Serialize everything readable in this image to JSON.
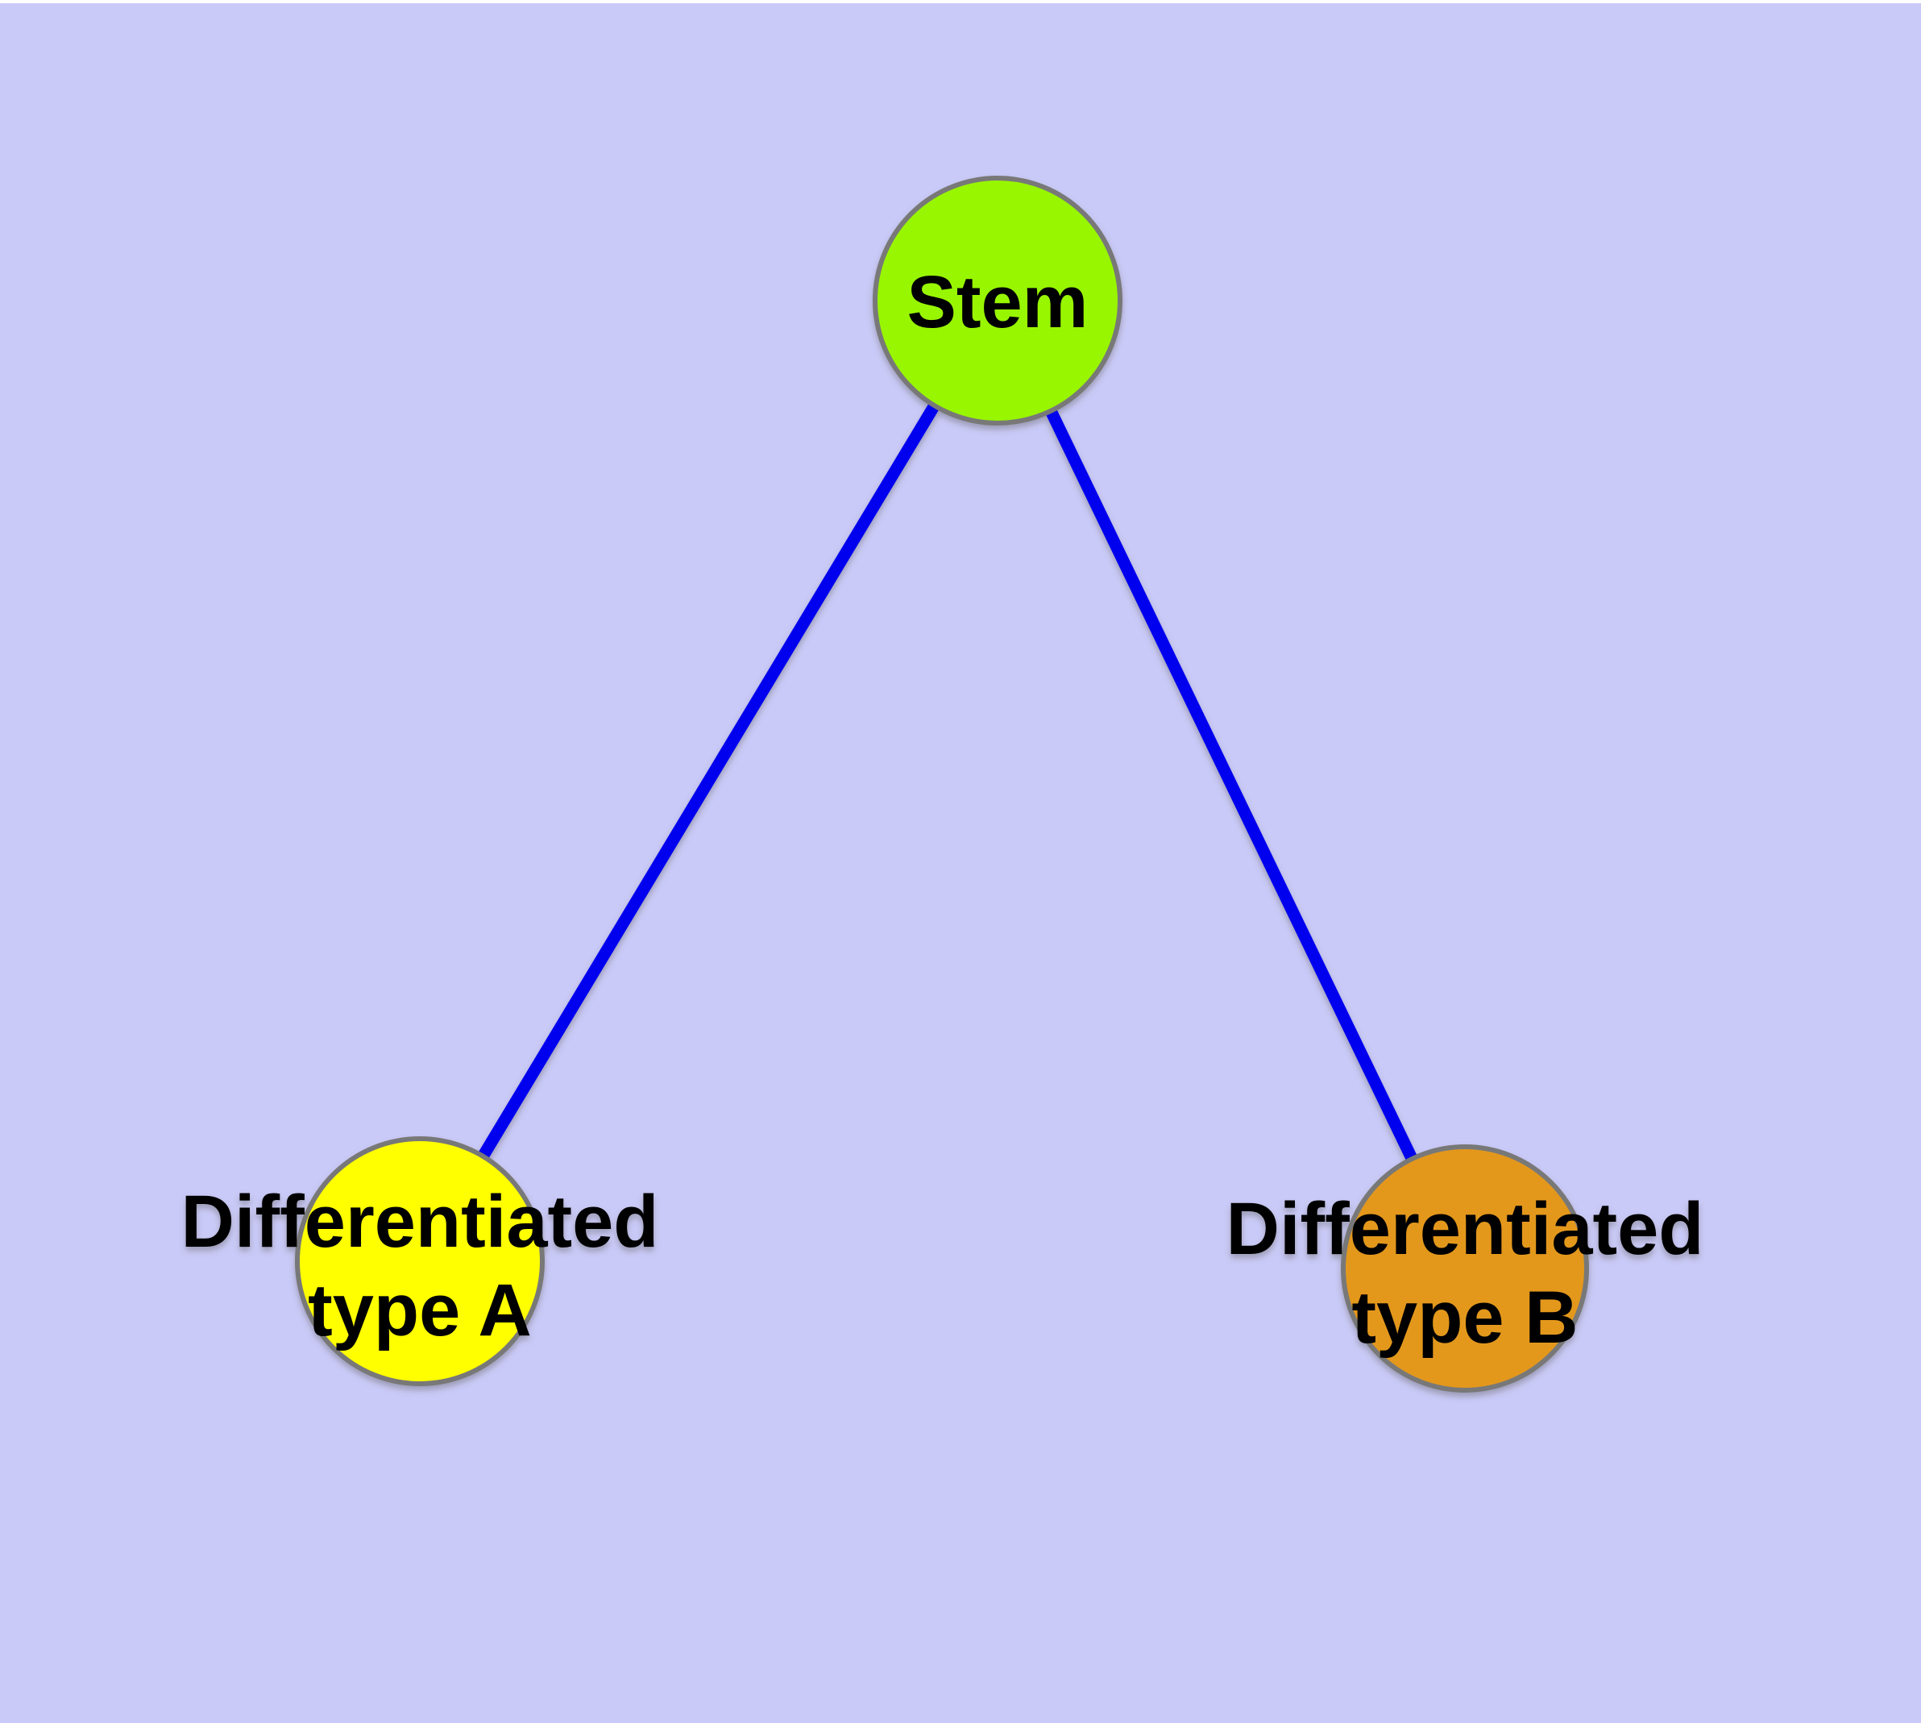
{
  "figure": {
    "background_color": "#cacaf8",
    "top_frame_color": "#ffffff",
    "edge_color": "#0000ee",
    "node_border_color": "#787878",
    "label_color": "#000000",
    "nodes": [
      {
        "id": "stem",
        "label": "Stem",
        "fill": "#98f604"
      },
      {
        "id": "differentiated-type-a",
        "label_line1": "Differentiated",
        "label_line2": "type A",
        "fill": "#ffff00"
      },
      {
        "id": "differentiated-type-b",
        "label_line1": "Differentiated",
        "label_line2": "type B",
        "fill": "#e3981e"
      }
    ],
    "edges": [
      {
        "from": "Stem",
        "to": "Differentiated type A"
      },
      {
        "from": "Stem",
        "to": "Differentiated type B"
      }
    ]
  }
}
